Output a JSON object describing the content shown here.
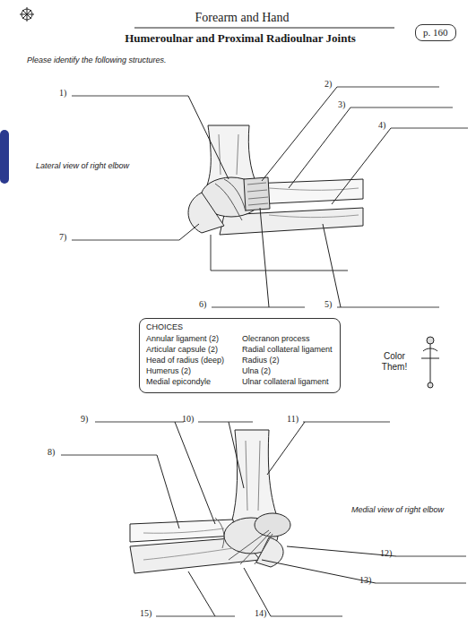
{
  "diagram": {
    "title": "Forearm and Hand",
    "nodes": [
      {
        "text": [
          "p. 160"
        ]
      },
      {
        "text": [
          "CHOICES",
          "Annular ligament (2)",
          "Articular capsule (2)",
          "Head of radius (deep)",
          "Humerus (2)",
          "Medial epicondyle",
          "Olecranon process",
          "Radial collateral ligament",
          "Radius (2)",
          "Ulna (2)",
          "Ulnar collateral ligament"
        ]
      }
    ],
    "labels": [
      "Humeroulnar and Proximal Radioulnar Joints",
      "Please identify the following structures.",
      "1)",
      "2)",
      "3)",
      "4)",
      "Lateral view of right elbow",
      "7)",
      "6)",
      "5)",
      "Color Them!",
      "9)",
      "10)",
      "11)",
      "8)",
      "Medial view of right elbow",
      "12)",
      "13)",
      "15)",
      "14)"
    ]
  }
}
